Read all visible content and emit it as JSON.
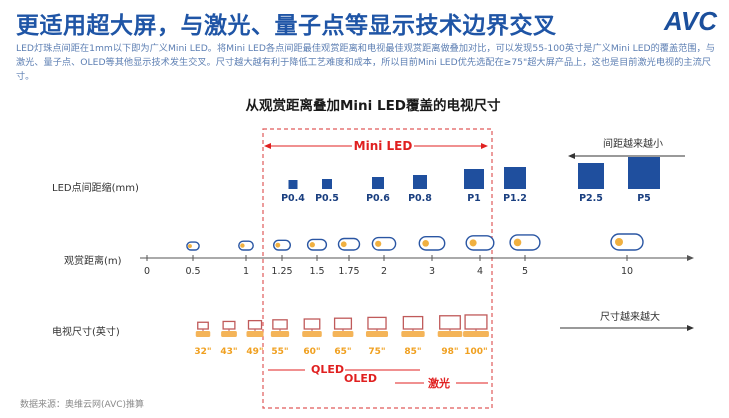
{
  "header": {
    "title": "更适用超大屏，与激光、量子点等显示技术边界交叉",
    "logo": "AVC"
  },
  "description": "LED灯珠点间距在1mm以下即为广义Mini LED。将Mini LED各点间距最佳观赏距离和电视最佳观赏距离做叠加对比，可以发现55-100英寸是广义Mini LED的覆盖范围，与激光、量子点、OLED等其他显示技术发生交叉。尺寸越大越有利于降低工艺难度和成本，所以目前Mini LED优先选配在≥75\"超大屏产品上，这也是目前激光电视的主流尺寸。",
  "diagram": {
    "title": "从观赏距离叠加Mini LED覆盖的电视尺寸",
    "mini_led_label": "Mini LED",
    "pitch_row_label": "LED点间距缩(mm)",
    "distance_row_label": "观赏距离(m)",
    "size_row_label": "电视尺寸(英寸)",
    "pitch_note": "间距越来越小",
    "size_note": "尺寸越来越大",
    "pitches": [
      "P0.4",
      "P0.5",
      "P0.6",
      "P0.8",
      "P1",
      "P1.2",
      "P2.5",
      "P5"
    ],
    "distance_ticks": [
      "0",
      "0.5",
      "1",
      "1.25",
      "1.5",
      "1.75",
      "2",
      "3",
      "4",
      "5",
      "10"
    ],
    "tv_sizes": [
      "32\"",
      "43\"",
      "49\"",
      "55\"",
      "60\"",
      "65\"",
      "75\"",
      "85\"",
      "98\"",
      "100\""
    ],
    "tech_labels": {
      "qled": "QLED",
      "oled": "OLED",
      "laser": "激光"
    }
  },
  "source": "数据来源：奥维云网(AVC)推算",
  "colors": {
    "title": "#1f55a6",
    "square": "#1f4f9e",
    "dashed_box": "#e05a5a",
    "red_text": "#e02020",
    "orange_text": "#f0a020",
    "sofa": "#f4b458",
    "tv": "#c05a5a"
  }
}
